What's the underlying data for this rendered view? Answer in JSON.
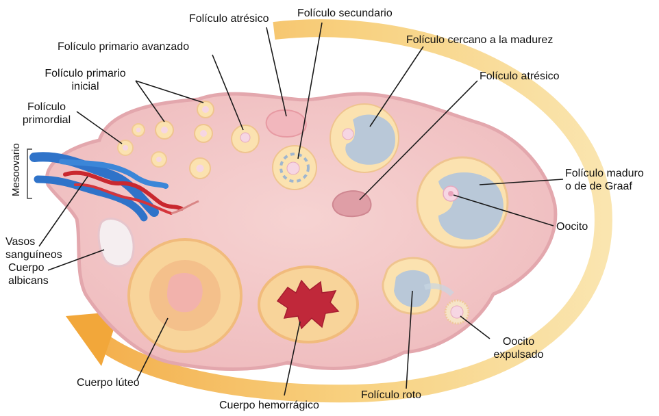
{
  "colors": {
    "ovary_fill": "#f1c6c6",
    "ovary_edge": "#e3a7ad",
    "follicle_fill": "#fbe2b0",
    "antrum_fill": "#b9c8d8",
    "oocyte_fill": "#f6d6e3",
    "arrow_fill": "#f6c86a",
    "vein": "#2f73c9",
    "artery": "#c9282f",
    "hemorrhage": "#c0283a"
  },
  "labels": {
    "foliculo_atresico_top": "Folículo atrésico",
    "foliculo_secundario": "Folículo secundario",
    "foliculo_primario_avanzado": "Folículo primario avanzado",
    "foliculo_cercano": "Folículo cercano a la madurez",
    "foliculo_primario_inicial": [
      "Folículo primario",
      "inicial"
    ],
    "foliculo_atresico_right": "Folículo atrésico",
    "foliculo_primordial": [
      "Folículo",
      "primordial"
    ],
    "mesoovario": "Mesoovario",
    "foliculo_maduro": [
      "Folículo maduro",
      "o de de Graaf"
    ],
    "oocito": "Oocito",
    "vasos_sanguineos": [
      "Vasos",
      "sanguíneos"
    ],
    "cuerpo_albicans": [
      "Cuerpo",
      "albicans"
    ],
    "oocito_expulsado": [
      "Oocito",
      "expulsado"
    ],
    "cuerpo_luteo": "Cuerpo lúteo",
    "foliculo_roto": "Folículo roto",
    "cuerpo_hemorragico": "Cuerpo hemorrágico"
  }
}
